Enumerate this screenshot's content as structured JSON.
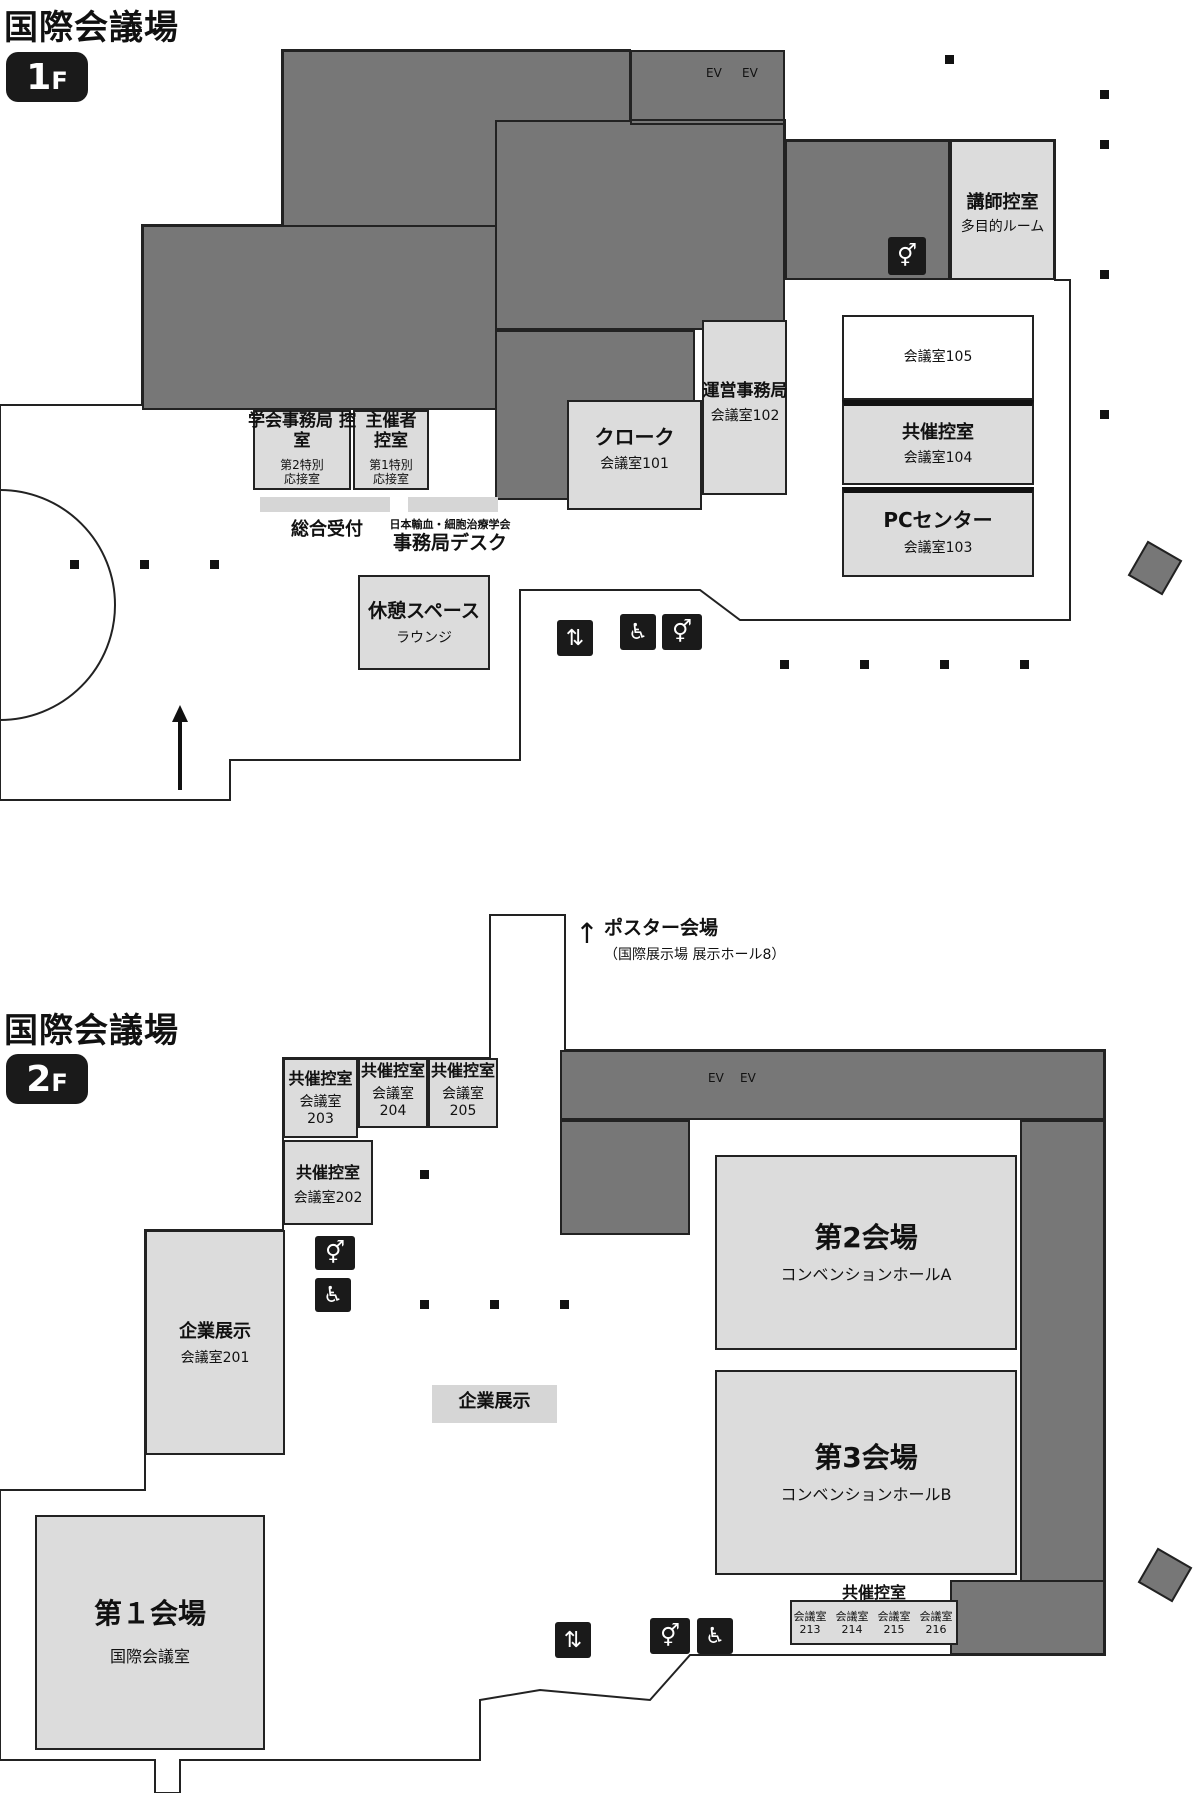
{
  "floor1": {
    "title": "国際会議場",
    "badge_number": "1",
    "badge_suffix": "F",
    "rooms": {
      "gakkai": {
        "name": "学会事務局\n控室",
        "sub": "第2特別\n応接室"
      },
      "shusai": {
        "name": "主催者\n控室",
        "sub": "第1特別\n応接室"
      },
      "cloak": {
        "name": "クローク",
        "sub": "会議室101"
      },
      "unei": {
        "name": "運営事務局",
        "sub": "会議室102"
      },
      "koushi": {
        "name": "講師控室",
        "sub": "多目的ルーム"
      },
      "r105": {
        "sub": "会議室105"
      },
      "r104": {
        "name": "共催控室",
        "sub": "会議室104"
      },
      "r103": {
        "name": "PCセンター",
        "sub": "会議室103"
      },
      "kyukei": {
        "name": "休憩スペース",
        "sub": "ラウンジ"
      }
    },
    "labels": {
      "reception": "総合受付",
      "society": "日本輸血・細胞治療学会",
      "desk": "事務局デスク",
      "ev": "EV"
    }
  },
  "floor2": {
    "title": "国際会議場",
    "badge_number": "2",
    "badge_suffix": "F",
    "poster": {
      "title": "ポスター会場",
      "sub": "（国際展示場 展示ホール8）"
    },
    "rooms": {
      "r203": {
        "name": "共催控室",
        "sub": "会議室\n203"
      },
      "r204": {
        "name": "共催控室",
        "sub": "会議室\n204"
      },
      "r205": {
        "name": "共催控室",
        "sub": "会議室\n205"
      },
      "r202": {
        "name": "共催控室",
        "sub": "会議室202"
      },
      "r201": {
        "name": "企業展示",
        "sub": "会議室201"
      },
      "hall2": {
        "name": "第2会場",
        "sub": "コンベンションホールA"
      },
      "hall3": {
        "name": "第3会場",
        "sub": "コンベンションホールB"
      },
      "hall1": {
        "name": "第１会場",
        "sub": "国際会議室"
      },
      "exhibit": {
        "name": "企業展示"
      },
      "small": {
        "name": "共催控室",
        "r213": "会議室\n213",
        "r214": "会議室\n214",
        "r215": "会議室\n215",
        "r216": "会議室\n216"
      }
    },
    "labels": {
      "ev": "EV"
    }
  },
  "icons": [
    "toilet-icon",
    "wheelchair-icon",
    "elevator-icon",
    "arrow-up-icon"
  ]
}
